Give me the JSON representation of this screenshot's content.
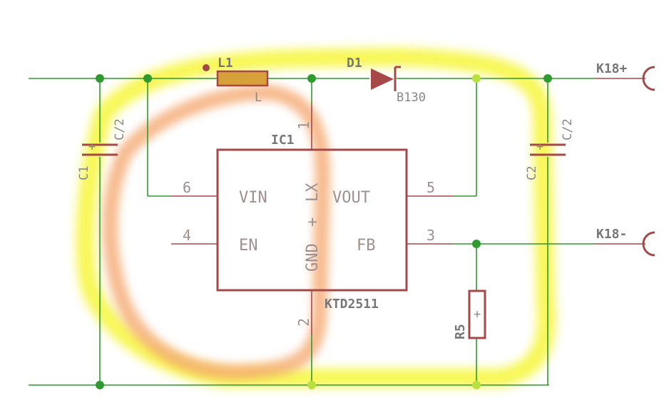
{
  "colors": {
    "wire": "#2f9a2f",
    "part": "#a64848",
    "highlight_yellow": "#f5f52a",
    "highlight_orange": "#f4a56a"
  },
  "labels": {
    "l1_name": "L1",
    "l1_value": "L",
    "d1_name": "D1",
    "d1_value": "B130",
    "c1_name": "C1",
    "c1_value": "C/2",
    "c2_name": "C2",
    "c2_value": "C/2",
    "ic_name": "IC1",
    "ic_value": "KTD2511",
    "r5_name": "R5",
    "conn_plus": "K18+",
    "conn_minus": "K18-"
  },
  "ic_pins": {
    "vin": "VIN",
    "en": "EN",
    "lx": "LX",
    "gnd": "GND",
    "vout": "VOUT",
    "fb": "FB",
    "plus": "+"
  },
  "pin_numbers": {
    "p1": "1",
    "p2": "2",
    "p3": "3",
    "p4": "4",
    "p5": "5",
    "p6": "6"
  },
  "polarity": {
    "c1": "+",
    "c2": "+",
    "r5": "+"
  }
}
